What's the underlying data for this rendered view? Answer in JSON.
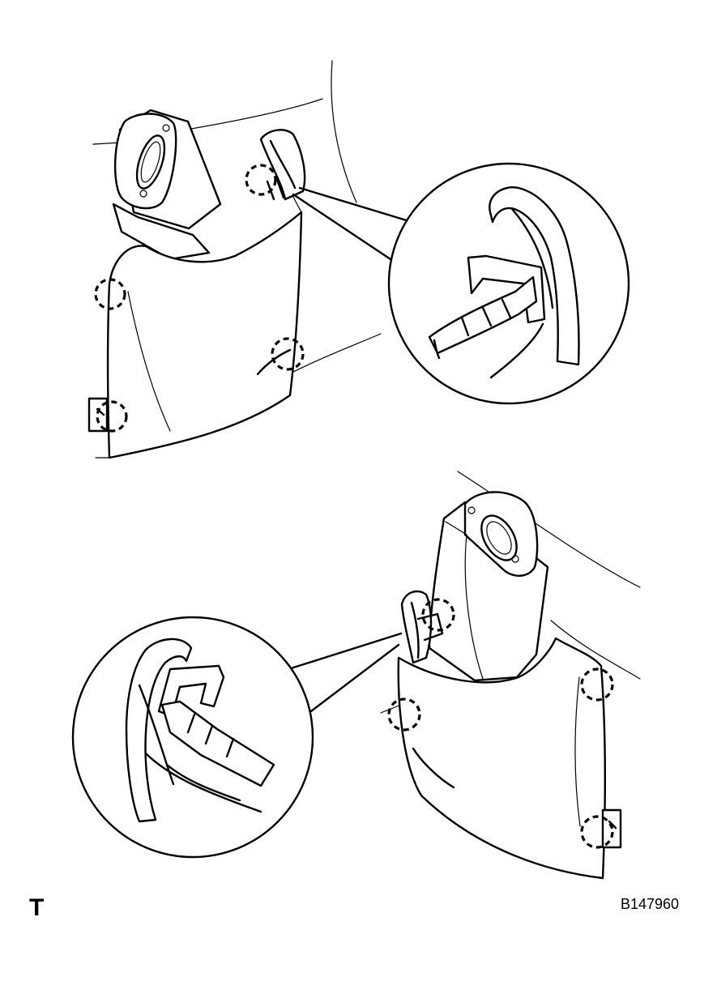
{
  "figure": {
    "mark": "T",
    "code": "B147960"
  },
  "icons": {
    "clip": "dashed-circle-clip-location",
    "detail": "magnified-detail-circle"
  }
}
